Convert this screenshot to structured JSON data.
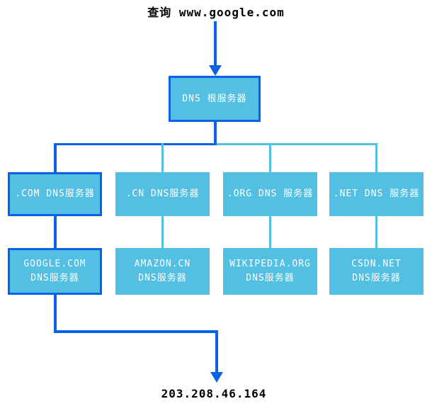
{
  "diagram": {
    "query_label": "查询 www.google.com",
    "root_label": "DNS 根服务器",
    "tld": {
      "com": ".COM DNS服务器",
      "cn": ".CN DNS服务器",
      "org": ".ORG DNS 服务器",
      "net": ".NET DNS 服务器"
    },
    "auth": {
      "google": {
        "line1": "GOOGLE.COM",
        "line2": "DNS服务器"
      },
      "amazon": {
        "line1": "AMAZON.CN",
        "line2": "DNS服务器"
      },
      "wikipedia": {
        "line1": "WIKIPEDIA.ORG",
        "line2": "DNS服务器"
      },
      "csdn": {
        "line1": "CSDN.NET",
        "line2": "DNS服务器"
      }
    },
    "result_ip": "203.208.46.164",
    "colors": {
      "path_blue": "#0B63E3",
      "node_blue": "#52BFE3",
      "node_text": "#FFFFFF",
      "label_text": "#000000"
    }
  }
}
